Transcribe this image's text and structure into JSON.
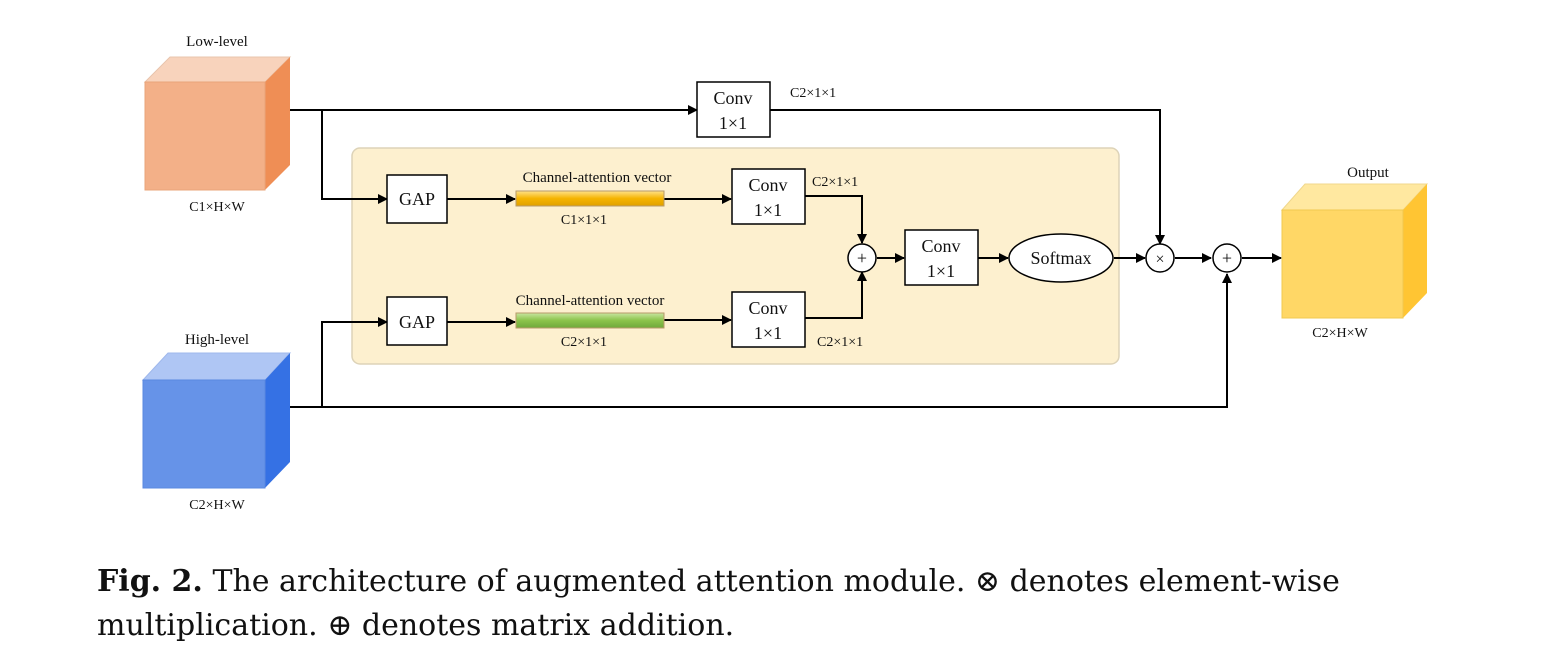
{
  "inputs": {
    "low": {
      "title": "Low-level",
      "dims": "C1×H×W"
    },
    "high": {
      "title": "High-level",
      "dims": "C2×H×W"
    }
  },
  "output": {
    "title": "Output",
    "dims": "C2×H×W"
  },
  "top_conv": {
    "line1": "Conv",
    "line2": "1×1",
    "dims": "C2×1×1"
  },
  "upper_branch": {
    "gap": "GAP",
    "vector_label": "Channel-attention vector",
    "vector_dims": "C1×1×1",
    "conv_line1": "Conv",
    "conv_line2": "1×1",
    "conv_dims": "C2×1×1"
  },
  "lower_branch": {
    "gap": "GAP",
    "vector_label": "Channel-attention vector",
    "vector_dims": "C2×1×1",
    "conv_line1": "Conv",
    "conv_line2": "1×1",
    "conv_dims": "C2×1×1"
  },
  "fuse_conv": {
    "line1": "Conv",
    "line2": "1×1"
  },
  "softmax": "Softmax",
  "ops": {
    "add": "+",
    "multiply": "×"
  },
  "caption": {
    "fig_label": "Fig. 2.",
    "text": "The architecture of augmented attention module. ⊗ denotes element-wise multiplication. ⊕ denotes matrix addition."
  },
  "colors": {
    "low_front": "#F3B088",
    "low_top": "#F8D3BC",
    "low_side": "#EF8E55",
    "high_front": "#6693E8",
    "high_top": "#AFC6F4",
    "high_side": "#3571E4",
    "out_front": "#FFD766",
    "out_top": "#FFE8A0",
    "out_side": "#FFC533",
    "panel": "#FDF0CF",
    "upper_vector": "#F5B400",
    "lower_vector": "#8BC34A"
  }
}
